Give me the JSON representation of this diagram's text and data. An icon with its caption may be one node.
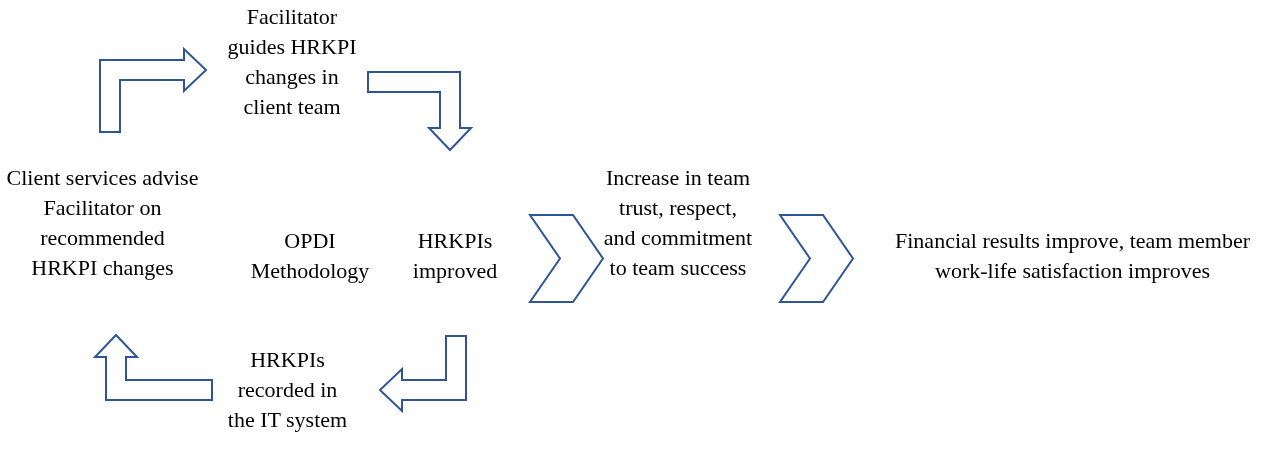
{
  "diagram": {
    "nodes": [
      {
        "text": [
          "Client services advise Facilitator on recommended HRKPI changes"
        ]
      },
      {
        "text": [
          "Facilitator guides HRKPI changes in client team"
        ]
      },
      {
        "text": [
          "OPDI Methodology"
        ]
      },
      {
        "text": [
          "HRKPIs improved"
        ]
      },
      {
        "text": [
          "HRKPIs recorded in the IT system"
        ]
      },
      {
        "text": [
          "Increase in team trust, respect, and commitment to team success"
        ]
      },
      {
        "text": [
          "Financial results improve, team member work-life satisfaction improves"
        ]
      }
    ],
    "edges": [
      {
        "from": 0,
        "to": 1,
        "arrow": "to"
      },
      {
        "from": 1,
        "to": 3,
        "arrow": "to"
      },
      {
        "from": 3,
        "to": 4,
        "arrow": "to"
      },
      {
        "from": 4,
        "to": 0,
        "arrow": "to"
      },
      {
        "from": 3,
        "to": 5,
        "arrow": "to"
      },
      {
        "from": 5,
        "to": 6,
        "arrow": "to"
      }
    ]
  }
}
